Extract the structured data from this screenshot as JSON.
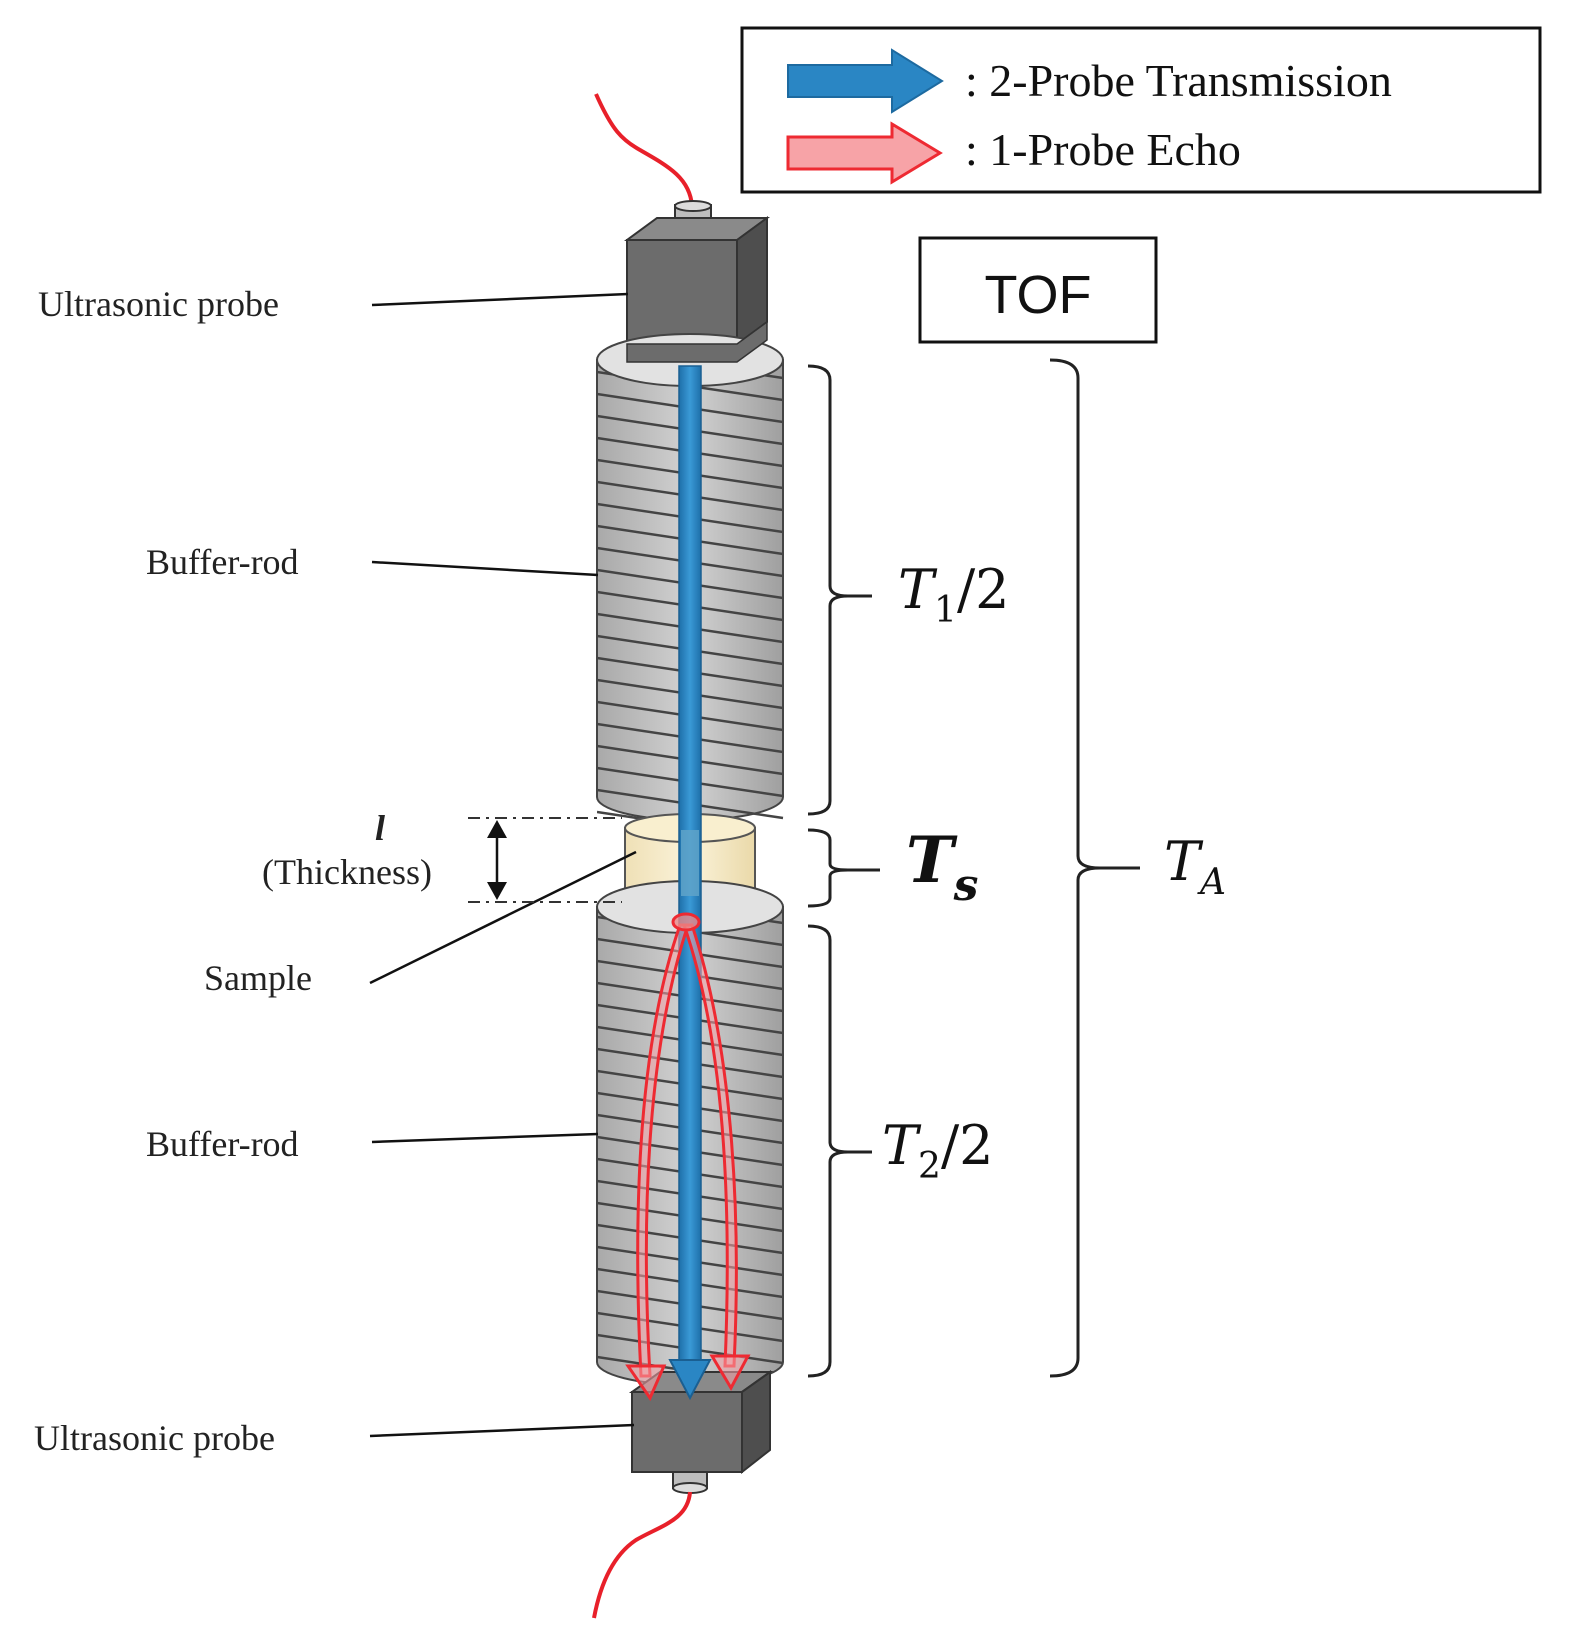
{
  "legend": {
    "blue_label": ": 2-Probe Transmission",
    "red_label": ": 1-Probe Echo",
    "blue_icon": "blue-arrow-icon",
    "red_icon": "red-outline-arrow-icon"
  },
  "tof_title": "TOF",
  "labels": {
    "probe_top": "Ultrasonic probe",
    "buffer_top": "Buffer-rod",
    "thickness_symbol": "l",
    "thickness_text": "(Thickness)",
    "sample": "Sample",
    "buffer_bottom": "Buffer-rod",
    "probe_bottom": "Ultrasonic probe"
  },
  "math": {
    "t1": {
      "base": "T",
      "sub": "1",
      "tail": "/2"
    },
    "ts": {
      "base": "T",
      "sub": "s"
    },
    "t2": {
      "base": "T",
      "sub": "2",
      "tail": "/2"
    },
    "ta": {
      "base": "T",
      "sub": "A"
    }
  },
  "colors": {
    "transmission": "#2a86c4",
    "echo": "#f4878c",
    "echo_stroke": "#ee2a32",
    "rod": "#c9c9c9",
    "probe": "#6c6c6c",
    "sample": "#f7ebc7",
    "cable": "#e8202a"
  }
}
